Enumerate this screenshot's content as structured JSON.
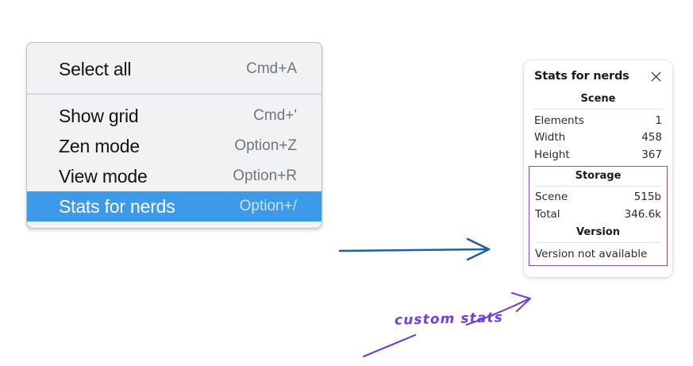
{
  "context_menu": {
    "name": "canvas-context-menu",
    "sections": [
      {
        "items": [
          {
            "label": "Select all",
            "shortcut": "Cmd+A",
            "selected": false
          }
        ]
      },
      {
        "items": [
          {
            "label": "Show grid",
            "shortcut": "Cmd+'",
            "selected": false
          },
          {
            "label": "Zen mode",
            "shortcut": "Option+Z",
            "selected": false
          },
          {
            "label": "View mode",
            "shortcut": "Option+R",
            "selected": false
          },
          {
            "label": "Stats for nerds",
            "shortcut": "Option+/",
            "selected": true
          }
        ]
      }
    ]
  },
  "stats_panel": {
    "title": "Stats for nerds",
    "close_icon": "close-icon",
    "scene": {
      "heading": "Scene",
      "rows": [
        {
          "key": "Elements",
          "value": "1"
        },
        {
          "key": "Width",
          "value": "458"
        },
        {
          "key": "Height",
          "value": "367"
        }
      ]
    },
    "storage": {
      "heading": "Storage",
      "rows": [
        {
          "key": "Scene",
          "value": "515b"
        },
        {
          "key": "Total",
          "value": "346.6k"
        }
      ]
    },
    "version": {
      "heading": "Version",
      "text": "Version not available"
    }
  },
  "annotations": {
    "custom_stats_label": "custom stats"
  },
  "colors": {
    "menu_background": "#f0f2f4",
    "menu_border": "#b9c0c8",
    "selection_blue": "#3d9ae8",
    "shortcut_gray": "#71767c",
    "annotation_purple": "#6f42d4",
    "highlight_purple": "#7c4dd8",
    "arrow_blue": "#1f5fa8",
    "panel_background": "#ffffff"
  }
}
